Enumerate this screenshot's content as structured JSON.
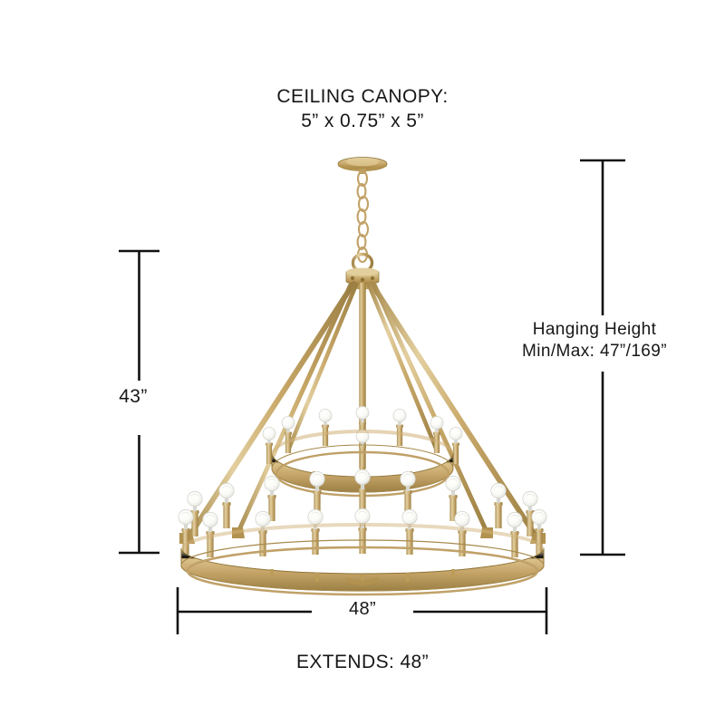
{
  "product": {
    "type": "two-tier-wagon-wheel-chandelier",
    "finish_color": "#c9a96a",
    "finish_light": "#e6d4a8",
    "finish_dark": "#a8874a",
    "bulb_color": "#fdfdfb",
    "line_color": "#111111"
  },
  "annotations": {
    "canopy": "CEILING CANOPY:\n5” x 0.75” x 5”",
    "hanging_height": "Hanging Height\nMin/Max: 47”/169”",
    "fixture_height": "43”",
    "fixture_width": "48”",
    "extends": "EXTENDS: 48”"
  },
  "dimensions": {
    "height_value": 43,
    "height_unit": "in",
    "width_value": 48,
    "width_unit": "in",
    "canopy_width": 5,
    "canopy_depth": 0.75,
    "canopy_height": 5,
    "hanging_min": 47,
    "hanging_max": 169
  },
  "lights": {
    "upper_tier_count": 8,
    "lower_tier_count": 16,
    "total_count": 24
  }
}
